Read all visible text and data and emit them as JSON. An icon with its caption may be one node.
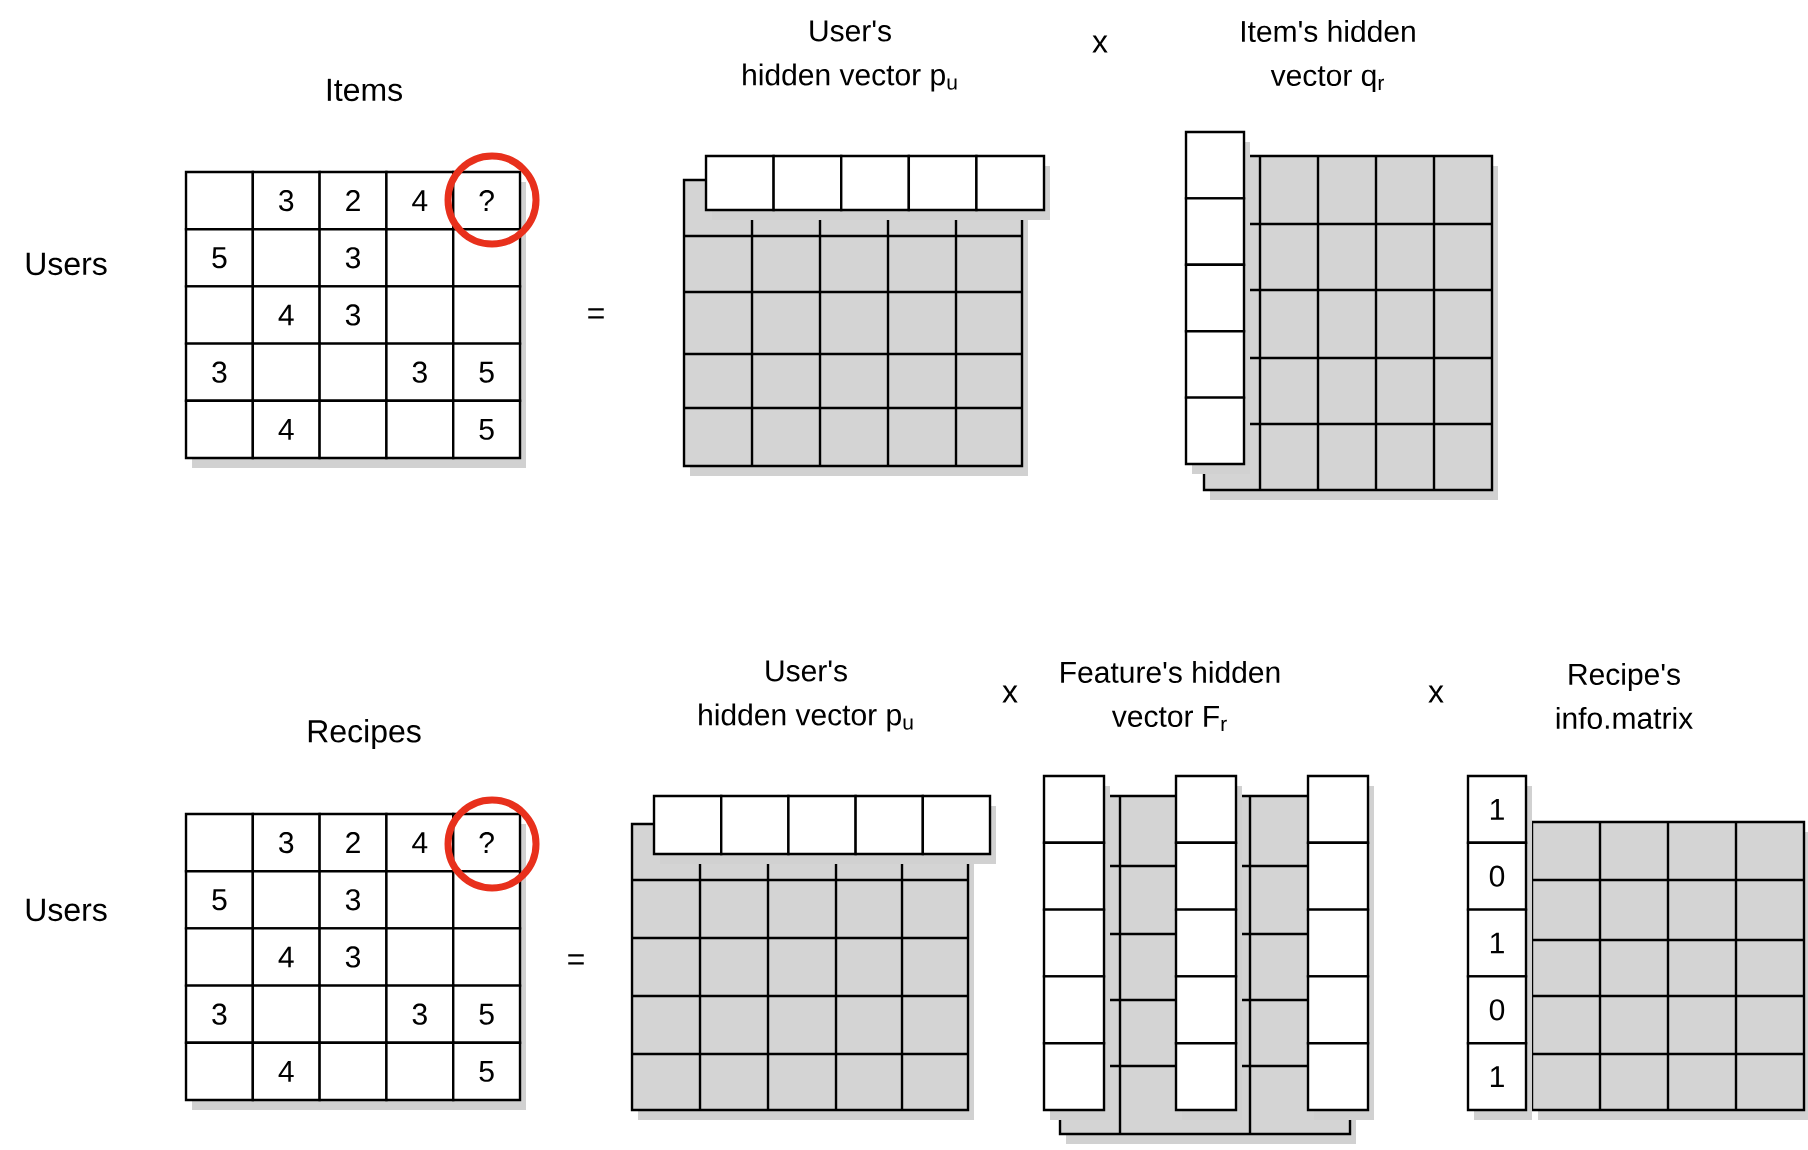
{
  "diagram": {
    "labels": [
      "User's hidden vector p$_{u}$",
      "x",
      "Item's hidden vector q$_{r}$",
      "Items",
      "Users",
      "3",
      "2",
      "4",
      "?",
      "5",
      "3",
      "4",
      "3",
      "3",
      "3",
      "5",
      "4",
      "5",
      "=",
      "User's hidden vector p$_{u}$",
      "x",
      "Feature's hidden vector F$_{r}$",
      "x",
      "Recipe's info.matrix",
      "Recipes",
      "Users",
      "3",
      "2",
      "4",
      "?",
      "5",
      "3",
      "4",
      "3",
      "3",
      "3",
      "5",
      "4",
      "5",
      "=",
      "1",
      "0",
      "1",
      "0",
      "1"
    ]
  }
}
